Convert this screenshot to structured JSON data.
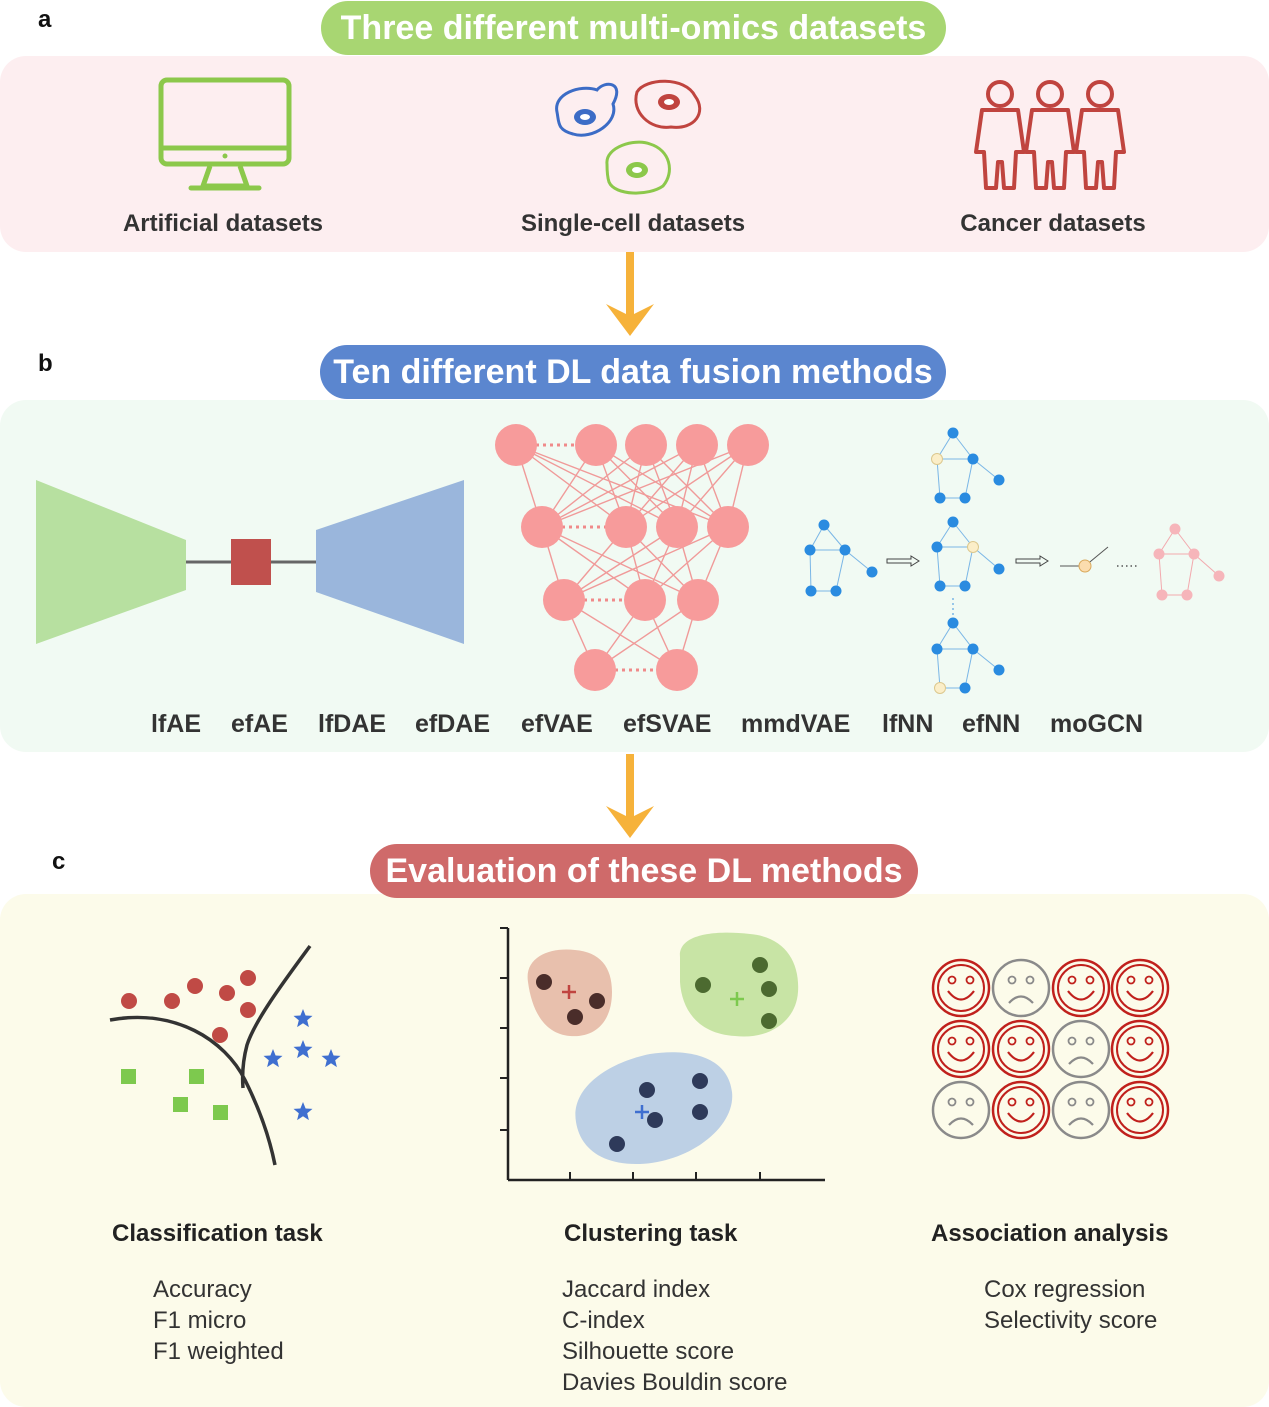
{
  "panel_a": {
    "letter": "a",
    "title": "Three different multi-omics datasets",
    "datasets": [
      {
        "label": "Artificial datasets",
        "icon": "monitor-icon"
      },
      {
        "label": "Single-cell datasets",
        "icon": "cells-icon"
      },
      {
        "label": "Cancer datasets",
        "icon": "people-icon"
      }
    ]
  },
  "panel_b": {
    "letter": "b",
    "title": "Ten different DL data fusion methods",
    "methods": [
      "lfAE",
      "efAE",
      "lfDAE",
      "efDAE",
      "efVAE",
      "efSVAE",
      "mmdVAE",
      "lfNN",
      "efNN",
      "moGCN"
    ]
  },
  "panel_c": {
    "letter": "c",
    "title": "Evaluation of these DL methods",
    "tasks": [
      {
        "title": "Classification task",
        "metrics": [
          "Accuracy",
          "F1 micro",
          "F1 weighted"
        ]
      },
      {
        "title": "Clustering task",
        "metrics": [
          "Jaccard index",
          "C-index",
          "Silhouette score",
          "Davies Bouldin score"
        ]
      },
      {
        "title": "Association analysis",
        "metrics": [
          "Cox regression",
          "Selectivity score"
        ]
      }
    ]
  },
  "colors": {
    "green": "#a8d672",
    "blue": "#5b86cf",
    "red": "#c96565",
    "arrow": "#f6b23a",
    "pink_bg": "#fdeef0",
    "mint_bg": "#f1faf3",
    "cream_bg": "#fcfbea"
  }
}
